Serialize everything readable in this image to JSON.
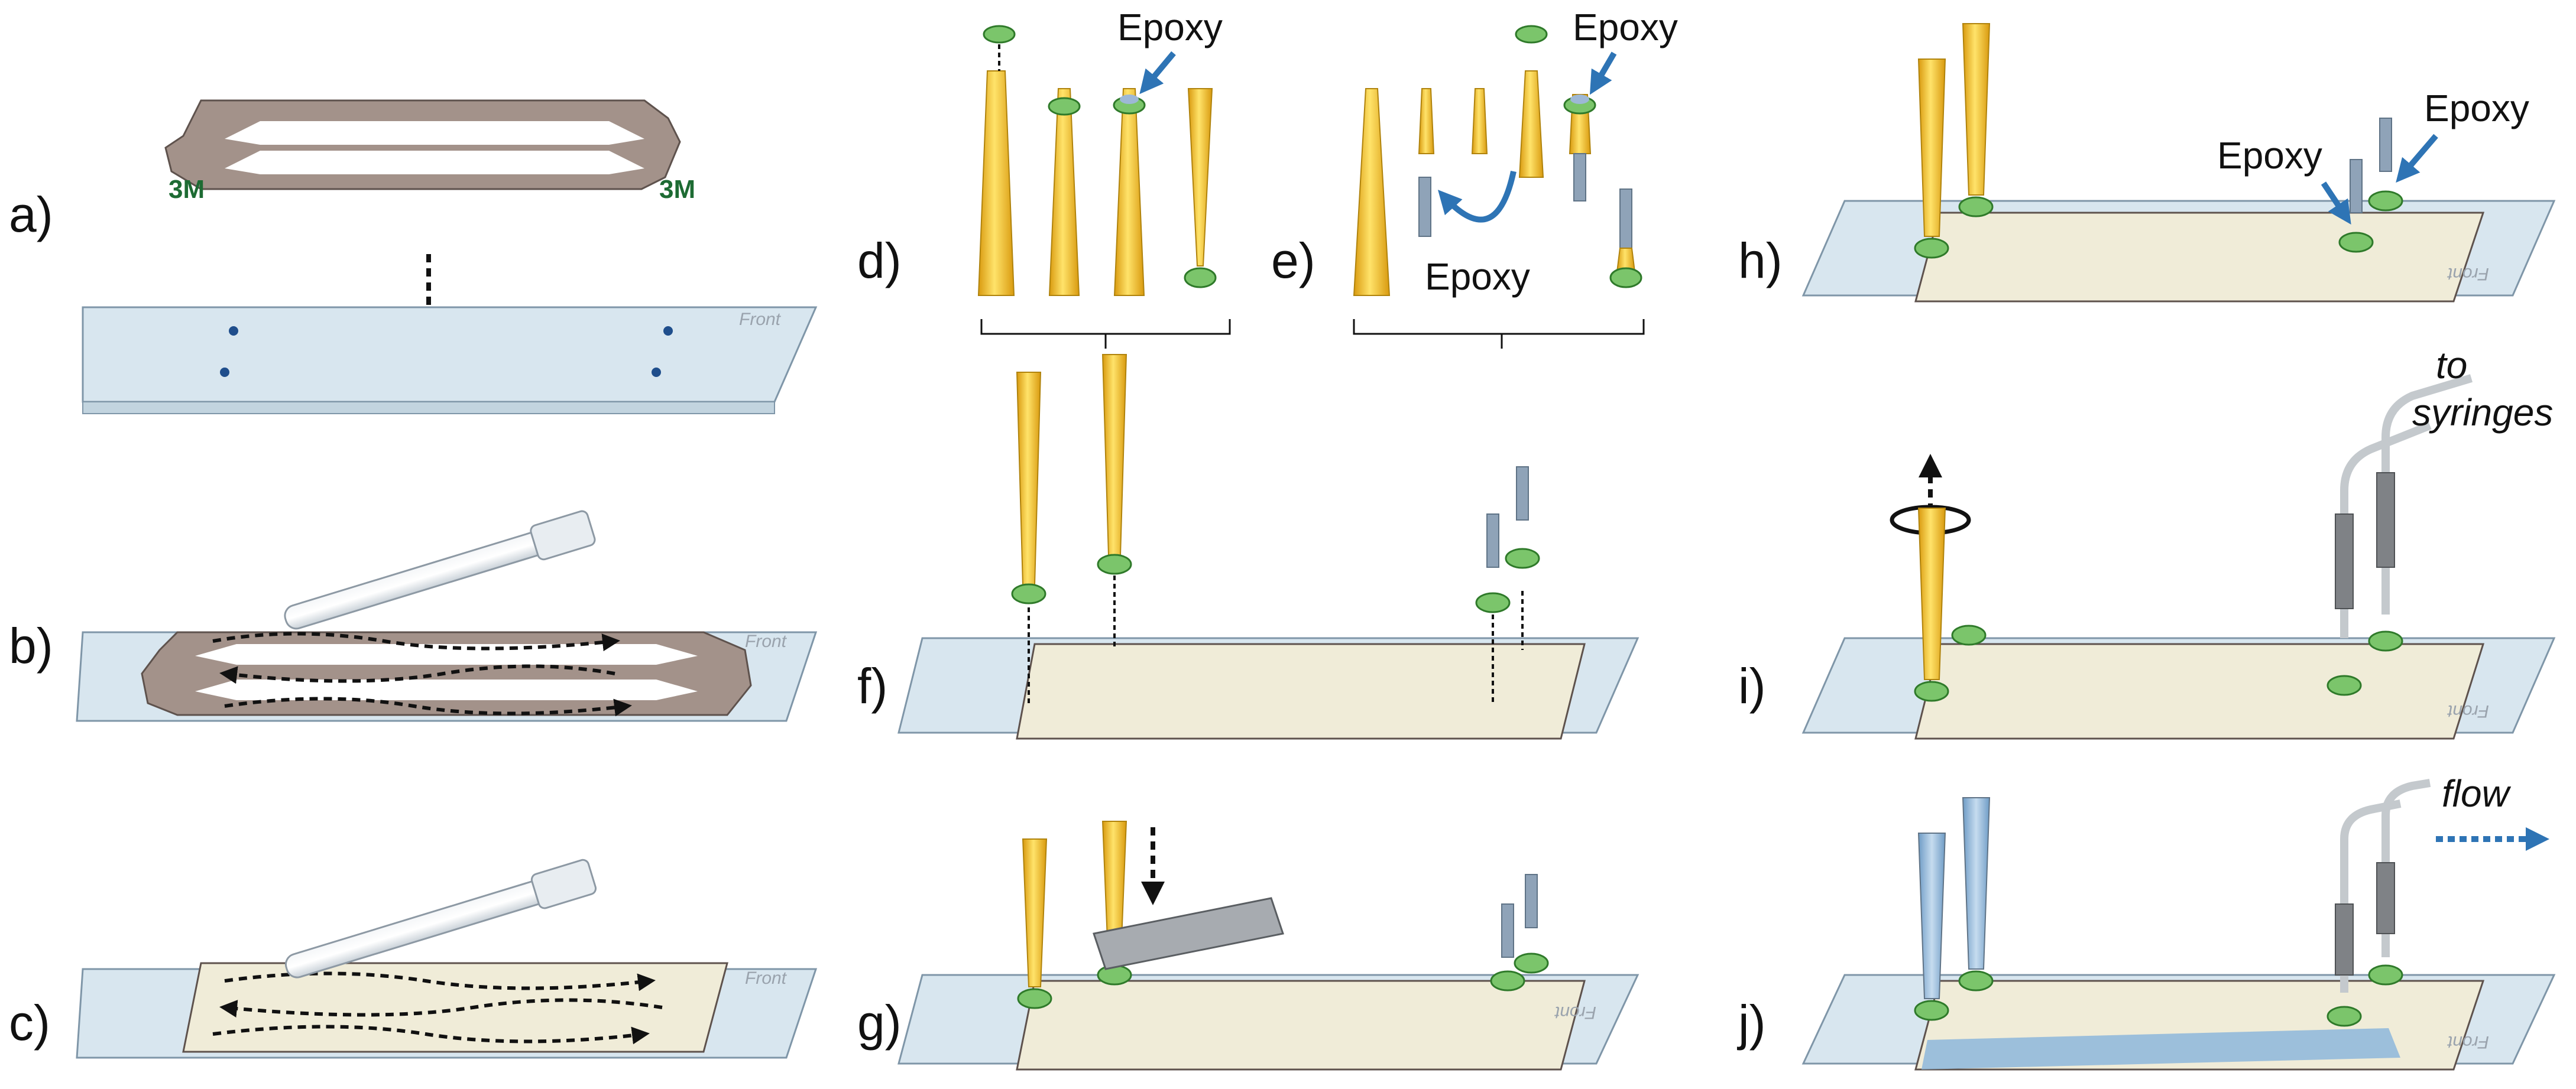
{
  "panels": {
    "a": "a)",
    "b": "b)",
    "c": "c)",
    "d": "d)",
    "e": "e)",
    "f": "f)",
    "g": "g)",
    "h": "h)",
    "i": "i)",
    "j": "j)"
  },
  "callouts": {
    "epoxy_d": "Epoxy",
    "epoxy_e_top": "Epoxy",
    "epoxy_e_bottom": "Epoxy",
    "epoxy_h_left": "Epoxy",
    "epoxy_h_right": "Epoxy",
    "to": "to",
    "syringes": "syringes",
    "flow": "flow"
  },
  "tape_brand": "3M",
  "slide_label": "Front",
  "colors": {
    "glass": "#d8e6ef",
    "glass_edge": "#7f96a8",
    "tape": "#a3928a",
    "tape_edge": "#5e524d",
    "film": "#f0ecd8",
    "connector": "#7bc56b",
    "connector_edge": "#2f7a2a",
    "pipette_tip": "#f3c224",
    "tubing": "#8fa3b8",
    "liquid": "#8db7dc",
    "arrow_blue": "#2e74b5",
    "arrow_dark": "#111111"
  }
}
